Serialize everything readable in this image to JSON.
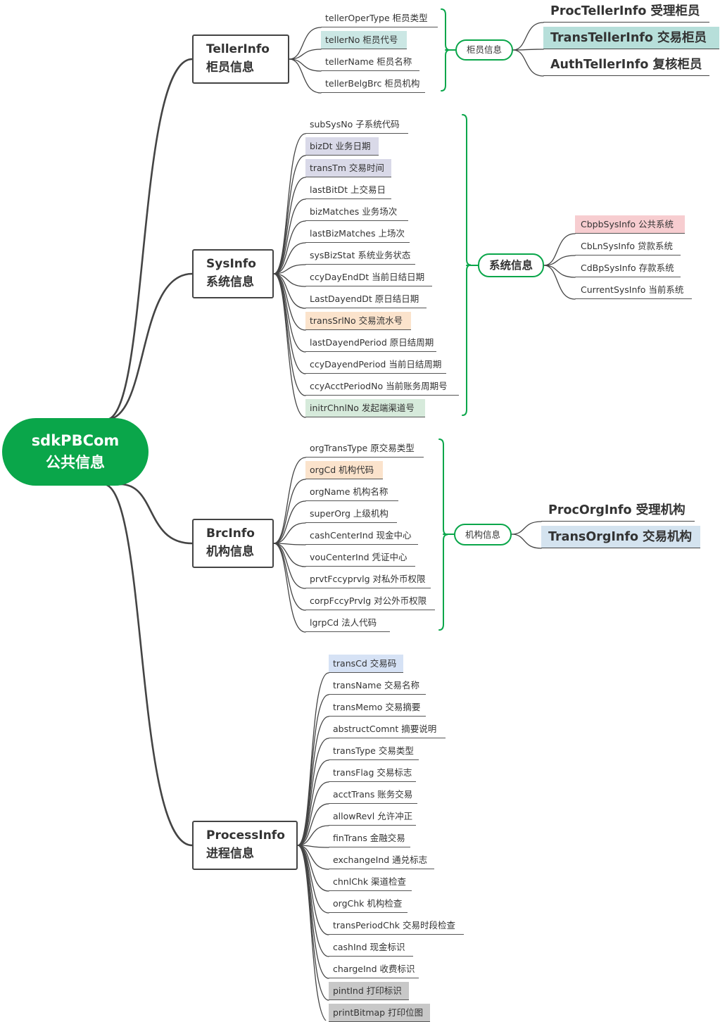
{
  "root": {
    "title": "sdkPBCom",
    "subtitle": "公共信息",
    "color": "#0aa64a"
  },
  "branches": {
    "teller": {
      "title": "TellerInfo",
      "subtitle": "柜员信息",
      "leaves": [
        {
          "text": "tellerOperType  柜员类型"
        },
        {
          "text": "tellerNo 柜员代号",
          "bg": "#cbe7e4"
        },
        {
          "text": "tellerName 柜员名称"
        },
        {
          "text": "tellerBelgBrc 柜员机构"
        }
      ],
      "summary": {
        "label": "柜员信息",
        "items": [
          {
            "text": "ProcTellerInfo 受理柜员"
          },
          {
            "text": "TransTellerInfo  交易柜员",
            "bg": "#b7dfda"
          },
          {
            "text": "AuthTellerInfo 复核柜员"
          }
        ]
      }
    },
    "sys": {
      "title": "SysInfo",
      "subtitle": "系统信息",
      "leaves": [
        {
          "text": "subSysNo 子系统代码"
        },
        {
          "text": "bizDt 业务日期",
          "bg": "#d9d9e8"
        },
        {
          "text": "transTm 交易时间",
          "bg": "#d9d9e8"
        },
        {
          "text": "lastBitDt 上交易日"
        },
        {
          "text": "bizMatches 业务场次"
        },
        {
          "text": "lastBizMatches 上场次"
        },
        {
          "text": "sysBizStat 系统业务状态"
        },
        {
          "text": "ccyDayEndDt 当前日结日期"
        },
        {
          "text": "LastDayendDt 原日结日期"
        },
        {
          "text": "transSrlNo 交易流水号",
          "bg": "#fbe3cc"
        },
        {
          "text": "lastDayendPeriod 原日结周期"
        },
        {
          "text": "ccyDayendPeriod 当前日结周期"
        },
        {
          "text": "ccyAcctPeriodNo 当前账务周期号"
        },
        {
          "text": "initrChnlNo 发起端渠道号",
          "bg": "#d6eadb"
        }
      ],
      "summary": {
        "label": "系统信息",
        "items": [
          {
            "text": "CbpbSysInfo  公共系统",
            "bg": "#f7cdd0"
          },
          {
            "text": "CbLnSysInfo 贷款系统"
          },
          {
            "text": "CdBpSysInfo 存款系统"
          },
          {
            "text": "CurrentSysInfo 当前系统"
          }
        ]
      }
    },
    "brc": {
      "title": "BrcInfo",
      "subtitle": "机构信息",
      "leaves": [
        {
          "text": "orgTransType 原交易类型"
        },
        {
          "text": "orgCd 机构代码",
          "bg": "#fbe3cc"
        },
        {
          "text": "orgName 机构名称"
        },
        {
          "text": "superOrg 上级机构"
        },
        {
          "text": "cashCenterInd 现金中心"
        },
        {
          "text": "vouCenterInd 凭证中心"
        },
        {
          "text": "prvtFccyprvlg 对私外币权限"
        },
        {
          "text": "corpFccyPrvlg 对公外币权限"
        },
        {
          "text": "lgrpCd 法人代码"
        }
      ],
      "summary": {
        "label": "机构信息",
        "items": [
          {
            "text": "ProcOrgInfo 受理机构"
          },
          {
            "text": "TransOrgInfo 交易机构",
            "bg": "#d4e3ef"
          }
        ]
      }
    },
    "process": {
      "title": "ProcessInfo",
      "subtitle": "进程信息",
      "leaves": [
        {
          "text": "transCd 交易码",
          "bg": "#d6e2f5"
        },
        {
          "text": "transName 交易名称"
        },
        {
          "text": "transMemo 交易摘要"
        },
        {
          "text": "abstructComnt 摘要说明"
        },
        {
          "text": "transType 交易类型"
        },
        {
          "text": "transFlag 交易标志"
        },
        {
          "text": "acctTrans 账务交易"
        },
        {
          "text": "allowRevl 允许冲正"
        },
        {
          "text": "finTrans 金融交易"
        },
        {
          "text": "exchangeInd 通兑标志"
        },
        {
          "text": "chnlChk 渠道检查"
        },
        {
          "text": "orgChk 机构检查"
        },
        {
          "text": "transPeriodChk 交易时段检查"
        },
        {
          "text": "cashInd 现金标识"
        },
        {
          "text": "chargeInd 收费标识"
        },
        {
          "text": "pintInd 打印标识",
          "bg": "#c8c8c8"
        },
        {
          "text": "printBitmap 打印位图",
          "bg": "#c8c8c8"
        }
      ]
    }
  }
}
